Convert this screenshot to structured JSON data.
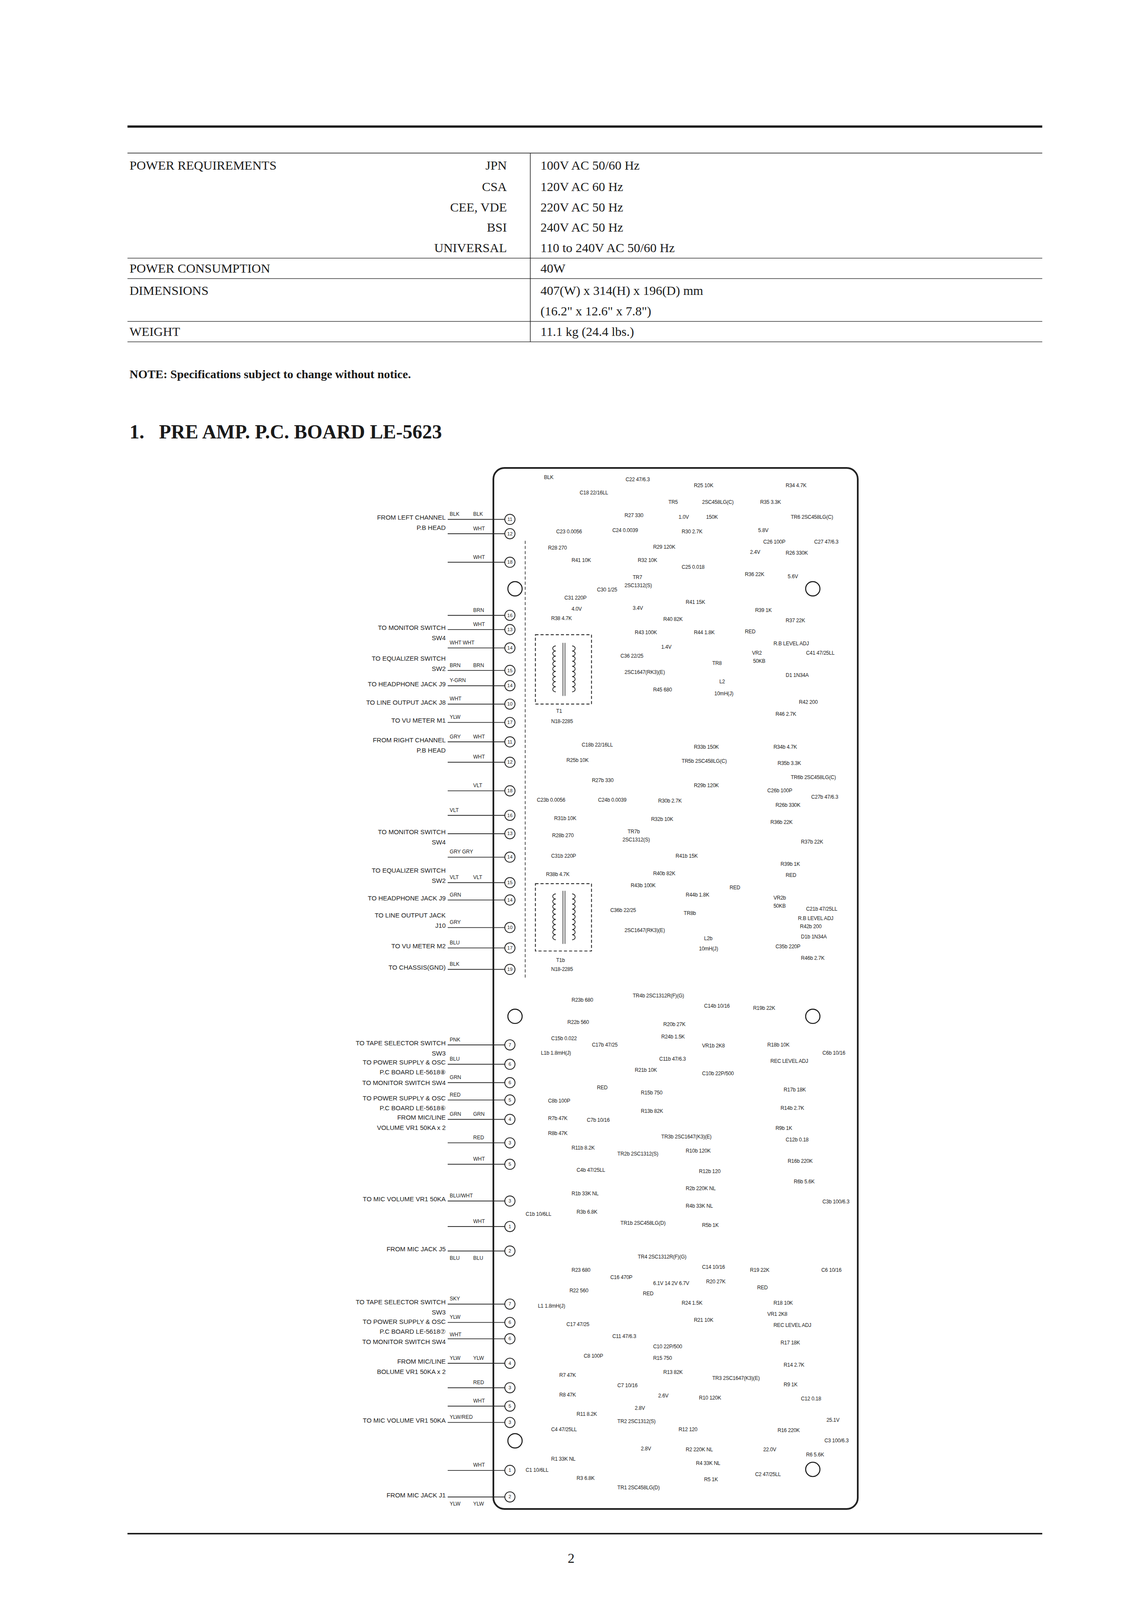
{
  "diagram": {
    "title": "1.   PRE AMP. P.C. BOARD LE-5623",
    "nodes": [
      {
        "text": [
          "BLK",
          "C18 22/16LL",
          "C22 47/6.3",
          "R25 10K",
          "R34 4.7K",
          "TR5",
          "2SC458LG(C)",
          "R35 3.3K",
          "R27 330",
          "1.0V",
          "150K",
          "TR6 2SC458LG(C)",
          "C23 0.0056",
          "C24 0.0039",
          "R30 2.7K",
          "5.8V",
          "C26 100P",
          "C27 47/6.3",
          "R28 270",
          "R29 120K",
          "2.4V",
          "R26 330K",
          "R41 10K",
          "R32 10K",
          "C25 0.018",
          "R36 22K",
          "5.6V",
          "TR7",
          "2SC1312(S)",
          "C31 220P",
          "C30 1/25",
          "R41 15K",
          "4.0V",
          "3.4V",
          "R38 4.7K",
          "R39 1K",
          "R40 82K",
          "R37 22K",
          "R43 100K",
          "R44 1.8K",
          "RED",
          "R.B LEVEL ADJ",
          "VR2",
          "50KB",
          "C41 47/25LL",
          "C36 22/25",
          "1.4V",
          "TR8",
          "2SC1647(RK3)(E)",
          "D1 1N34A",
          "L2",
          "R45 680",
          "10mH(J)",
          "R42 200",
          "R46 2.7K",
          "T1",
          "N18-2285",
          "C18b 22/16LL",
          "R33b 150K",
          "R34b 4.7K",
          "R25b 10K",
          "TR5b 2SC458LG(C)",
          "R35b 3.3K",
          "TR6b 2SC458LG(C)",
          "R27b 330",
          "R29b 120K",
          "C26b 100P",
          "C23b 0.0056",
          "C24b 0.0039",
          "R30b 2.7K",
          "C27b 47/6.3",
          "R26b 330K",
          "R31b 10K",
          "R32b 10K",
          "R36b 22K",
          "R28b 270",
          "TR7b",
          "2SC1312(S)",
          "R37b 22K",
          "C31b 220P",
          "R41b 15K",
          "R38b 4.7K",
          "R39b 1K",
          "R40b 82K",
          "RED",
          "R43b 100K",
          "R44b 1.8K",
          "RED",
          "VR2b",
          "50KB",
          "C21b 47/25LL",
          "C36b 22/25",
          "R.B LEVEL ADJ",
          "TR8b",
          "2SC1647(RK3)(E)",
          "R42b 200",
          "L2b",
          "10mH(J)",
          "D1b 1N34A",
          "C35b 220P",
          "R46b 2.7K",
          "T1b",
          "N18-2285",
          "R23b 680",
          "TR4b 2SC1312R(F)(G)",
          "C14b 10/16",
          "R19b 22K",
          "R22b 560",
          "R20b 27K",
          "C15b 0.022",
          "R24b 1.5K",
          "VR1b 2K8",
          "R18b 10K",
          "C6b 10/16",
          "L1b 1.8mH(J)",
          "C17b 47/25",
          "R21b 10K",
          "C11b 47/6.3",
          "REC LEVEL ADJ",
          "C10b 22P/500",
          "RED",
          "R15b 750",
          "R17b 18K",
          "C8b 100P",
          "R13b 82K",
          "R14b 2.7K",
          "R7b 47K",
          "C7b 10/16",
          "R9b 1K",
          "TR3b 2SC1647(K3)(E)",
          "R8b 47K",
          "C12b 0.18",
          "R11b 8.2K",
          "TR2b 2SC1312(S)",
          "R10b 120K",
          "R16b 220K",
          "C4b 47/25LL",
          "R12b 120",
          "R6b 5.6K",
          "R2b 220K NL",
          "R1b 33K NL",
          "C3b 100/6.3",
          "R4b 33K NL",
          "C1b 10/6LL",
          "R3b 6.8K",
          "TR1b 2SC458LG(D)",
          "R5b 1K",
          "TR4 2SC1312R(F)(G)",
          "C14 10/16",
          "R23 680",
          "C16 470P",
          "R19 22K",
          "C6 10/16",
          "6.1V 14 2V 6.7V",
          "R20 27K",
          "R22 560",
          "RED",
          "RED",
          "L1 1.8mH(J)",
          "R24 1.5K",
          "R18 10K",
          "C17 47/25",
          "R21 10K",
          "VR1 2K8",
          "REC LEVEL ADJ",
          "C11 47/6.3",
          "C10 22P/500",
          "R17 18K",
          "C8 100P",
          "R15 750",
          "R14 2.7K",
          "R13 82K",
          "TR3 2SC1647(K3)(E)",
          "R7 47K",
          "C7 10/16",
          "R9 1K",
          "R8 47K",
          "2.6V",
          "R10 120K",
          "C12 0.18",
          "2.8V",
          "R11 8.2K",
          "TR2 2SC1312(S)",
          "C4 47/25LL",
          "R12 120",
          "R16 220K",
          "25.1V",
          "C3 100/6.3",
          "2.8V",
          "R2 220K NL",
          "22.0V",
          "R6 5.6K",
          "R1 33K NL",
          "C1 10/6LL",
          "R4 33K NL",
          "C2 47/25LL",
          "R3 6.8K",
          "TR1 2SC458LG(D)",
          "R5 1K",
          "11",
          "12",
          "18",
          "16",
          "13",
          "14",
          "15",
          "14",
          "10",
          "17",
          "11",
          "12",
          "18",
          "16",
          "13",
          "14",
          "15",
          "14",
          "10",
          "17",
          "19",
          "7",
          "6",
          "6",
          "5",
          "4",
          "3",
          "5",
          "3",
          "1",
          "2",
          "7",
          "6",
          "6",
          "4",
          "3",
          "5",
          "3",
          "1",
          "2"
        ]
      }
    ],
    "labels": [
      "POWER REQUIREMENTS",
      "JPN",
      "100V AC 50/60 Hz",
      "CSA",
      "120V AC 60 Hz",
      "CEE, VDE",
      "220V AC 50 Hz",
      "BSI",
      "240V AC 50 Hz",
      "UNIVERSAL",
      "110 to 240V AC 50/60 Hz",
      "POWER CONSUMPTION",
      "40W",
      "DIMENSIONS",
      "407(W) x 314(H) x 196(D) mm",
      "(16.2\" x 12.6\" x 7.8\")",
      "WEIGHT",
      "11.1 kg (24.4 lbs.)",
      "NOTE: Specifications subject to change without notice.",
      "2",
      "FROM LEFT CHANNEL",
      "BLK",
      "BLK",
      "P.B HEAD",
      "WHT",
      "WHT",
      "BRN",
      "TO MONITOR SWITCH",
      "SW4",
      "WHT",
      "WHT WHT",
      "TO EQUALIZER SWITCH",
      "SW2",
      "BRN",
      "BRN",
      "TO HEADPHONE JACK J9",
      "Y-GRN",
      "TO LINE OUTPUT JACK J8",
      "WHT",
      "TO VU METER M1",
      "YLW",
      "FROM RIGHT CHANNEL",
      "GRY",
      "WHT",
      "P.B HEAD",
      "WHT",
      "VLT",
      "VLT",
      "TO MONITOR SWITCH",
      "SW4",
      "GRY GRY",
      "TO EQUALIZER SWITCH",
      "SW2",
      "VLT",
      "VLT",
      "TO HEADPHONE JACK J9",
      "GRN",
      "TO LINE OUTPUT JACK",
      "J10",
      "GRY",
      "TO VU METER M2",
      "BLU",
      "TO CHASSIS(GND)",
      "BLK",
      "TO TAPE SELECTOR SWITCH",
      "SW3",
      "PNK",
      "TO POWER SUPPLY & OSC",
      "BLU",
      "P.C BOARD LE-5618⑧",
      "TO MONITOR SWITCH SW4",
      "GRN",
      "TO POWER SUPPLY & OSC",
      "RED",
      "P.C BOARD LE-5618⑥",
      "FROM MIC/LINE",
      "GRN",
      "GRN",
      "VOLUME VR1 50KA x 2",
      "RED",
      "WHT",
      "BLU/WHT",
      "TO MIC VOLUME VR1 50KA",
      "WHT",
      "FROM MIC JACK J5",
      "BLU",
      "BLU",
      "TO TAPE SELECTOR SWITCH",
      "SW3",
      "SKY",
      "TO POWER SUPPLY & OSC",
      "YLW",
      "P.C BOARD LE-5618⑦",
      "WHT",
      "TO MONITOR SWITCH SW4",
      "FROM MIC/LINE",
      "YLW",
      "YLW",
      "BOLUME VR1 50KA x 2",
      "RED",
      "WHT",
      "YLW/RED",
      "TO MIC VOLUME VR1 50KA",
      "WHT",
      "FROM MIC JACK J1",
      "YLW",
      "YLW"
    ]
  }
}
